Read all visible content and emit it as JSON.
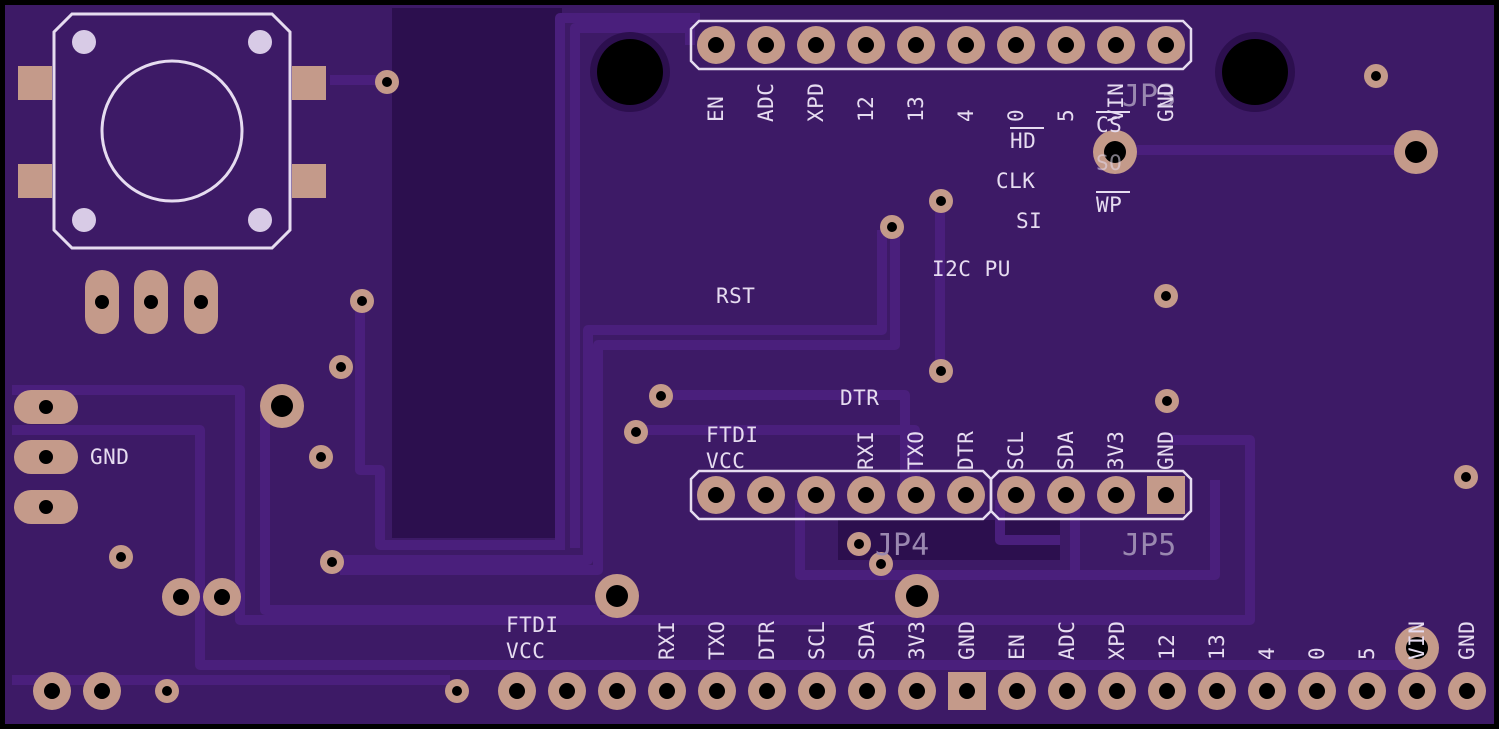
{
  "board": {
    "colors": {
      "background": "#000000",
      "substrate": "#3d1a66",
      "copper_trace": "#4a1f7c",
      "pour": "#2c0f4e",
      "pad": "#c49a8a",
      "silkscreen": "#e6dcf0",
      "drill": "#000000"
    }
  },
  "labels": {
    "top_header": [
      "EN",
      "ADC",
      "XPD",
      "12",
      "13",
      "4",
      "0",
      "5",
      "VIN",
      "GND"
    ],
    "top_header_ref": "JP3",
    "flash": {
      "hd": "HD",
      "cs": "CS",
      "so": "SO",
      "clk": "CLK",
      "si": "SI",
      "wp": "WP"
    },
    "i2c_pu": "I2C PU",
    "rst": "RST",
    "dtr": "DTR",
    "gnd": "GND",
    "mid_ftdi": "FTDI",
    "mid_vcc": "VCC",
    "mid_header": [
      "RXI",
      "TXO",
      "DTR",
      "SCL",
      "SDA",
      "3V3",
      "GND"
    ],
    "mid_ref_left": "JP4",
    "mid_ref_right": "JP5",
    "bottom_ftdi": "FTDI",
    "bottom_vcc": "VCC",
    "bottom_header": [
      "RXI",
      "TXO",
      "DTR",
      "SCL",
      "SDA",
      "3V3",
      "GND",
      "EN",
      "ADC",
      "XPD",
      "12",
      "13",
      "4",
      "0",
      "5",
      "VIN",
      "GND"
    ]
  }
}
